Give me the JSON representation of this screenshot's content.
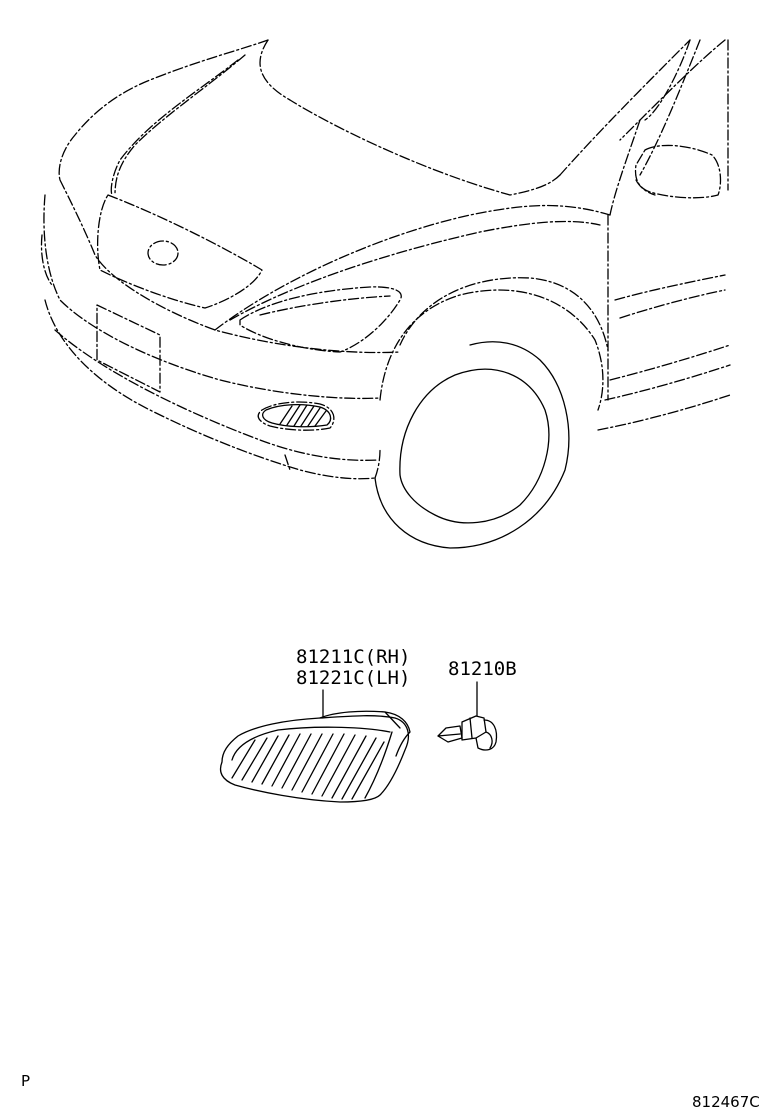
{
  "parts": [
    {
      "part_number": "81211C(RH)"
    },
    {
      "part_number": "81221C(LH)"
    },
    {
      "part_number": "81210B"
    }
  ],
  "corner_left": "P",
  "illustration_code": "812467C",
  "colors": {
    "line": "#000000",
    "background": "#ffffff"
  }
}
